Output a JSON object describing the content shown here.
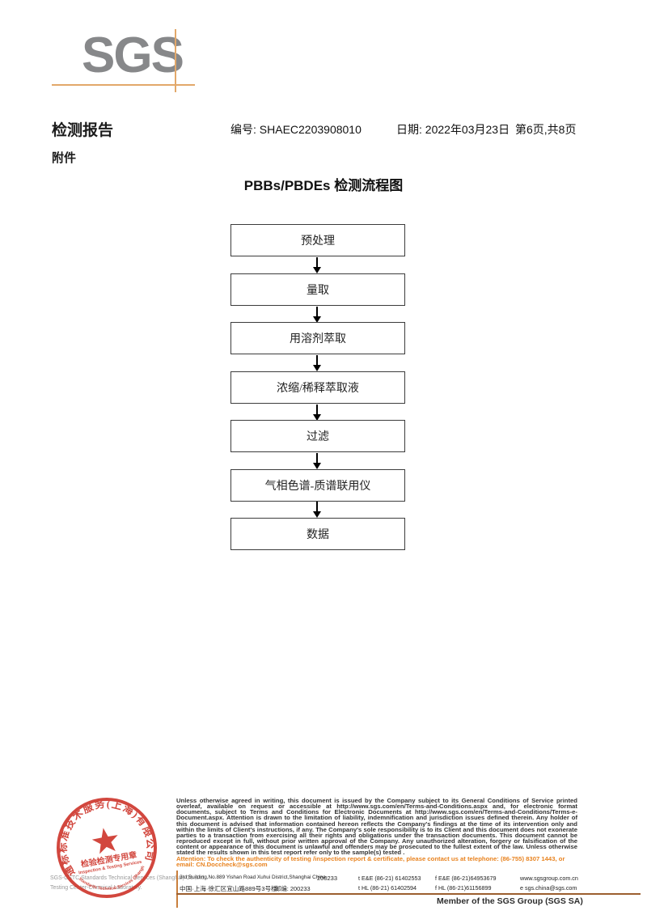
{
  "logo": {
    "text": "SGS"
  },
  "header": {
    "report_title": "检测报告",
    "report_no": "编号: SHAEC2203908010",
    "date": "日期: 2022年03月23日",
    "page_info": "第6页,共8页",
    "attachment_label": "附件"
  },
  "flowchart": {
    "title": "PBBs/PBDEs 检测流程图",
    "steps": [
      "预处理",
      "量取",
      "用溶剂萃取",
      "浓缩/稀释萃取液",
      "过滤",
      "气相色谱-质谱联用仪",
      "数据"
    ]
  },
  "stamp": {
    "arc_text": "通标标准技术服务(上海)有限公司",
    "bottom_arc_text": "SGS-CSTC Standards Technical Services (Shanghai) Co.,Ltd.",
    "seal_line1": "检验检测专用章",
    "seal_line2": "Inspection & Testing Services",
    "color": "#cf3a30"
  },
  "company": {
    "line1": "SGS-CSTC Standards Technical Services (Shanghai) Co.,Ltd.",
    "line2": "Testing Center-Chemical Laboratory."
  },
  "disclaimer": {
    "body": "Unless otherwise agreed in writing, this document is issued by the Company subject to its General Conditions of Service printed overleaf, available on request or accessible at http://www.sgs.com/en/Terms-and-Conditions.aspx and, for electronic format documents, subject to Terms and Conditions for Electronic Documents at http://www.sgs.com/en/Terms-and-Conditions/Terms-e-Document.aspx. Attention is drawn to the limitation of liability, indemnification and jurisdiction issues defined therein. Any holder of this document is advised that information contained hereon reflects the Company's findings at the time of its intervention only and within the limits of Client's instructions, if any. The Company's sole responsibility is to its Client and this document does not exonerate parties to a transaction from exercising all their rights and obligations under the transaction documents. This document cannot be reproduced except in full, without prior written approval of the Company. Any unauthorized alteration, forgery or falsification of the content or appearance of this document is unlawful and offenders may be prosecuted to the fullest extent of the law. Unless otherwise stated the results shown in this test report refer only to the sample(s) tested .",
    "attention": "Attention: To check the authenticity of testing /inspection report & certificate, please contact us at telephone: (86-755) 8307 1443, or email: CN.Doccheck@sgs.com"
  },
  "address": {
    "en": "3rd Building,No.889 Yishan Road Xuhui District,Shanghai China",
    "en_postcode": "200233",
    "tel1": "t E&E (86-21) 61402553",
    "fax1": "f E&E (86-21)64953679",
    "web": "www.sgsgroup.com.cn",
    "cn": "中国·上海·徐汇区宜山路889号3号楼",
    "cn_postcode": "邮编: 200233",
    "tel2": "t HL (86-21) 61402594",
    "fax2": "f HL (86-21)61156899",
    "email": "e  sgs.china@sgs.com"
  },
  "footer": {
    "member_text": "Member of the SGS Group (SGS SA)"
  }
}
